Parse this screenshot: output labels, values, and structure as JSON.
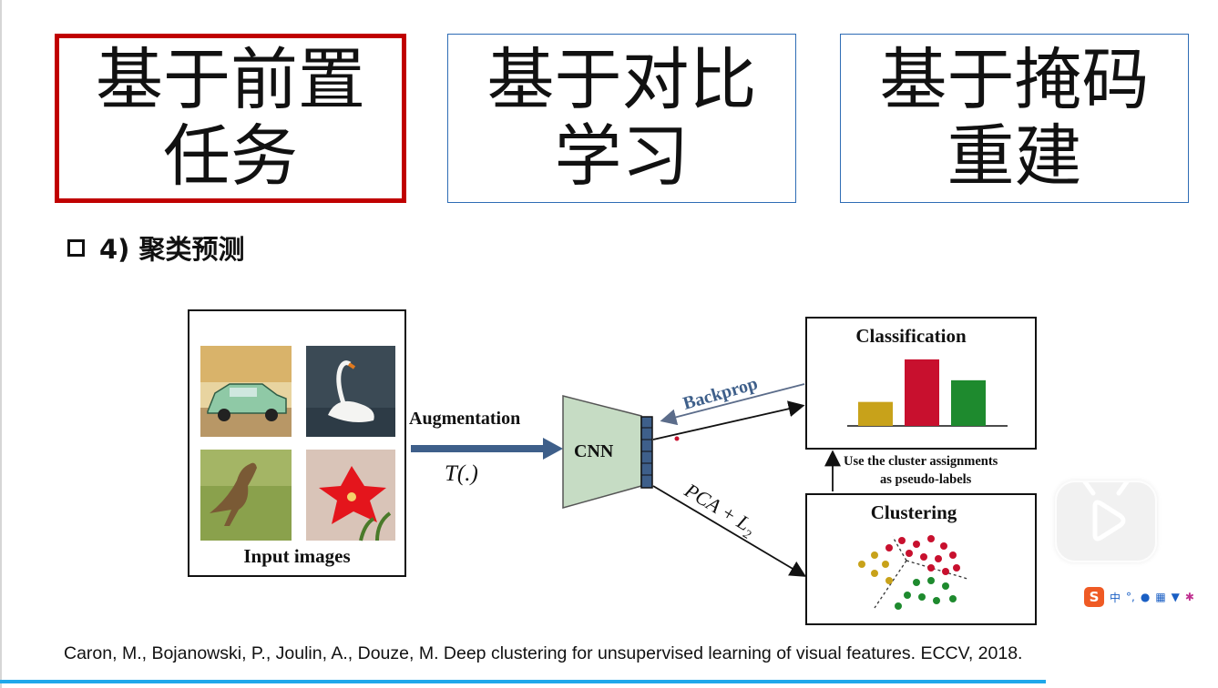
{
  "top_boxes": [
    {
      "label": "基于前置任务",
      "active": true
    },
    {
      "label": "基于对比学习",
      "active": false
    },
    {
      "label": "基于掩码重建",
      "active": false
    }
  ],
  "section": {
    "title": "4) 聚类预测"
  },
  "figure": {
    "input_images_label": "Input images",
    "augmentation_label": "Augmentation",
    "transform_label": "T(.)",
    "cnn_label": "CNN",
    "backprop_label": "Backprop",
    "pca_label": "PCA + L",
    "pca_subscript": "2",
    "classification_title": "Classification",
    "clustering_title": "Clustering",
    "pseudo_label_line1": "Use the cluster assignments",
    "pseudo_label_line2": "as pseudo-labels",
    "bar_colors": [
      "#c8a21a",
      "#c8102e",
      "#1e8a2e"
    ],
    "bar_values": [
      0.31,
      0.86,
      0.59
    ]
  },
  "citation": "Caron, M., Bojanowski, P., Joulin, A., Douze, M. Deep clustering for unsupervised learning of visual features. ECCV, 2018.",
  "overlay": {
    "play_icon": "play-icon",
    "ime_logo": "S",
    "ime_mode": "中"
  }
}
